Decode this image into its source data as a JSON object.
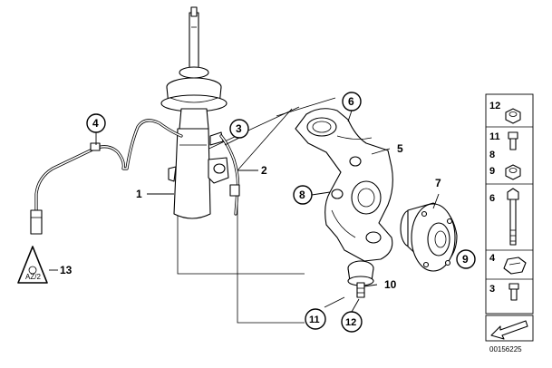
{
  "callouts": {
    "c1": "1",
    "c2": "2",
    "c3": "3",
    "c4": "4",
    "c5": "5",
    "c6": "6",
    "c7": "7",
    "c8": "8",
    "c9": "9",
    "c10": "10",
    "c11": "11",
    "c12": "12",
    "c13": "13"
  },
  "warning_label": "AZ/2",
  "legend": [
    "12",
    "11",
    "8",
    "9",
    "6",
    "4",
    "3"
  ],
  "reference_number": "00156225"
}
